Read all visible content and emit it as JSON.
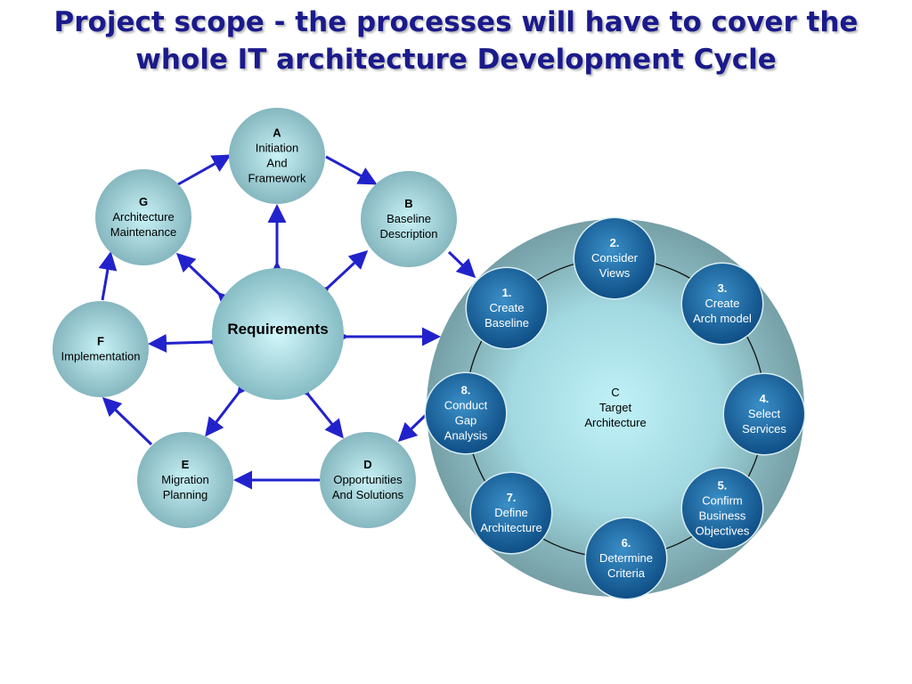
{
  "title": {
    "line1": "Project scope - the processes will have to cover the",
    "line2": "whole IT architecture Development Cycle"
  },
  "colors": {
    "title": "#1a1a8c",
    "arrow": "#2222cc",
    "small_circle": "#8fbfc6",
    "big_circle": "#7fa9b0",
    "step_circle": "#1e6aa0"
  },
  "cycle": {
    "center": {
      "lines": [
        "Requirements"
      ]
    },
    "nodes": [
      {
        "id": "A",
        "lines": [
          "A",
          "Initiation",
          "And",
          "Framework"
        ]
      },
      {
        "id": "B",
        "lines": [
          "B",
          "Baseline",
          "Description"
        ]
      },
      {
        "id": "D",
        "lines": [
          "D",
          "Opportunities",
          "And Solutions"
        ]
      },
      {
        "id": "E",
        "lines": [
          "E",
          "Migration",
          "Planning"
        ]
      },
      {
        "id": "F",
        "lines": [
          "F",
          "Implementation"
        ]
      },
      {
        "id": "G",
        "lines": [
          "G",
          "Architecture",
          "Maintenance"
        ]
      }
    ]
  },
  "target": {
    "center_lines": [
      "C",
      "Target",
      "Architecture"
    ],
    "steps": [
      {
        "id": "1",
        "lines": [
          "1.",
          "Create",
          "Baseline"
        ]
      },
      {
        "id": "2",
        "lines": [
          "2.",
          "Consider",
          "Views"
        ]
      },
      {
        "id": "3",
        "lines": [
          "3.",
          "Create",
          "Arch model"
        ]
      },
      {
        "id": "4",
        "lines": [
          "4.",
          "Select",
          "Services"
        ]
      },
      {
        "id": "5",
        "lines": [
          "5.",
          "Confirm",
          "Business",
          "Objectives"
        ]
      },
      {
        "id": "6",
        "lines": [
          "6.",
          "Determine",
          "Criteria"
        ]
      },
      {
        "id": "7",
        "lines": [
          "7.",
          "Define",
          "Architecture"
        ]
      },
      {
        "id": "8",
        "lines": [
          "8.",
          "Conduct",
          "Gap",
          "Analysis"
        ]
      }
    ]
  }
}
